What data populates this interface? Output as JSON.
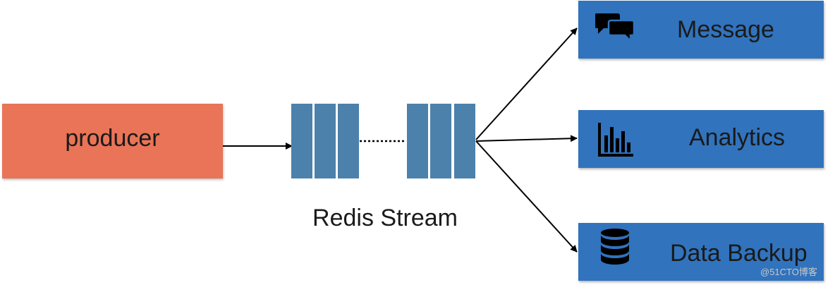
{
  "producer": {
    "label": "producer"
  },
  "stream": {
    "label": "Redis Stream"
  },
  "consumers": [
    {
      "label": "Message",
      "icon": "chat-bubbles-icon"
    },
    {
      "label": "Analytics",
      "icon": "bar-chart-icon"
    },
    {
      "label": "Data Backup",
      "icon": "database-icon"
    }
  ],
  "watermark": "@51CTO博客",
  "colors": {
    "producer": "#e97457",
    "stream_cell": "#4c81ab",
    "consumer": "#3173bd",
    "arrow": "#000000"
  }
}
